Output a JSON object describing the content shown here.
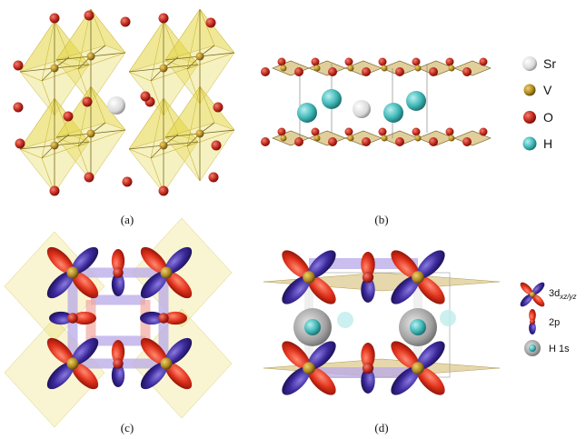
{
  "panels": {
    "a": {
      "caption": "(a)"
    },
    "b": {
      "caption": "(b)"
    },
    "c": {
      "caption": "(c)"
    },
    "d": {
      "caption": "(d)"
    }
  },
  "legend_atoms": [
    {
      "label": "Sr",
      "color": "#e8e8e8"
    },
    {
      "label": "V",
      "color": "#b08a20"
    },
    {
      "label": "O",
      "color": "#c0281c"
    },
    {
      "label": "H",
      "color": "#3fb6b6"
    }
  ],
  "legend_orbitals": {
    "d_prefix": "3d",
    "d_sub": "xz/yz",
    "p_label": "2p",
    "h_label": "H 1s"
  },
  "colors": {
    "octahedron": "#e6d84a",
    "orbital_red": "#e0311c",
    "orbital_blue": "#3c2a9c",
    "h_shell": "#9a9a9a"
  }
}
